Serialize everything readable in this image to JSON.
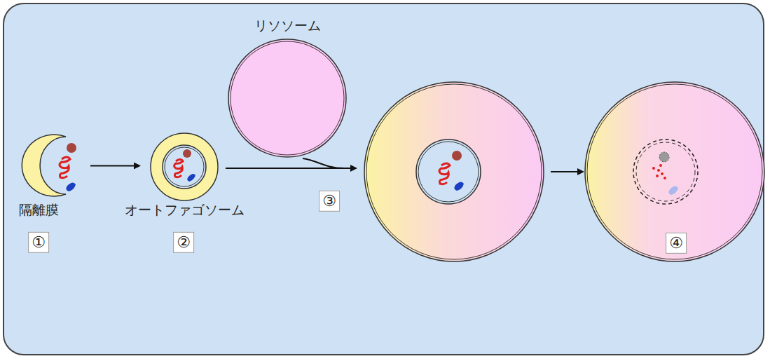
{
  "diagram": {
    "nodes": [
      {
        "text": [
          "隔離膜"
        ]
      },
      {
        "text": [
          "オートファゴソーム"
        ]
      },
      {
        "text": [
          "リソソーム"
        ]
      }
    ],
    "edges": [
      {
        "from": 0,
        "to": 1,
        "arrow": "to"
      }
    ],
    "labels": [
      "①",
      "②",
      "③",
      "④"
    ]
  }
}
